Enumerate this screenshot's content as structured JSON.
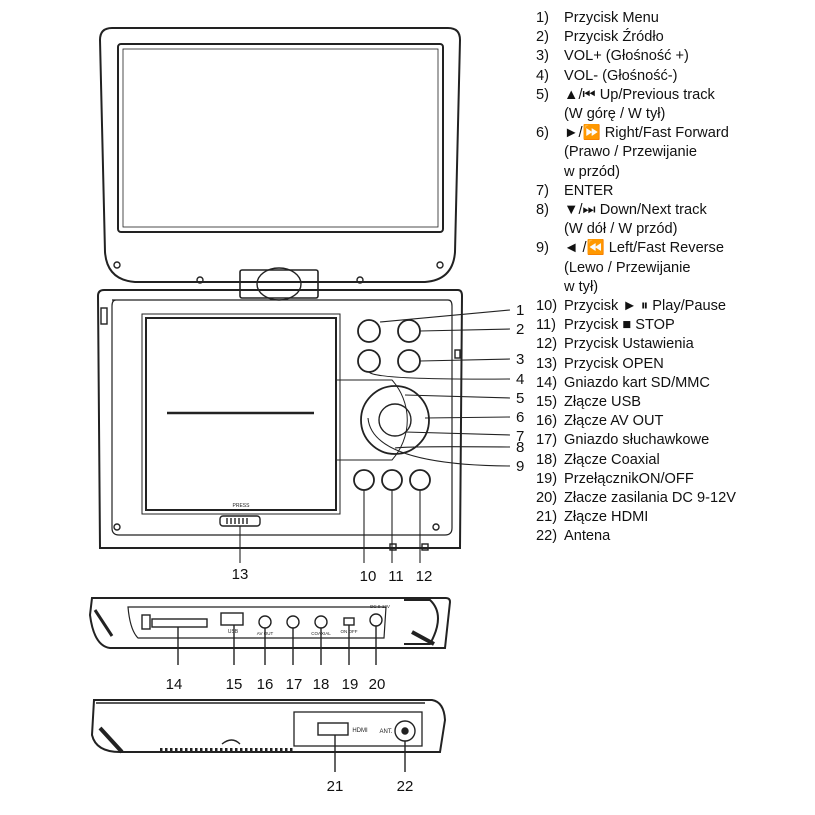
{
  "callouts": {
    "right": [
      "1",
      "2",
      "3",
      "4",
      "5",
      "6",
      "7",
      "8",
      "9"
    ],
    "bottom_device": [
      "13",
      "10",
      "11",
      "12"
    ],
    "side_panel": [
      "14",
      "15",
      "16",
      "17",
      "18",
      "19",
      "20"
    ],
    "back_panel": [
      "21",
      "22"
    ]
  },
  "device_labels": {
    "press": "PRESS",
    "usb": "USB",
    "av_out": "AV OUT",
    "coaxial": "COAXIAL",
    "on_off": "ON OFF",
    "dc_in": "DC 9-12V",
    "hdmi": "HDMI",
    "ant": "ANT."
  },
  "legend": [
    {
      "num": "1)",
      "lines": [
        "Przycisk Menu"
      ]
    },
    {
      "num": "2)",
      "lines": [
        "Przycisk Źródło"
      ]
    },
    {
      "num": "3)",
      "lines": [
        "VOL+ (Głośność +)"
      ]
    },
    {
      "num": "4)",
      "lines": [
        "VOL- (Głośność-)"
      ]
    },
    {
      "num": "5)",
      "lines": [
        "▲/⏮ Up/Previous track",
        "(W górę / W tył)"
      ]
    },
    {
      "num": "6)",
      "lines": [
        "►/⏩ Right/Fast Forward",
        "(Prawo / Przewijanie",
        "w przód)"
      ]
    },
    {
      "num": "7)",
      "lines": [
        "ENTER"
      ]
    },
    {
      "num": "8)",
      "lines": [
        "▼/⏭ Down/Next track",
        "(W dół /  W przód)"
      ]
    },
    {
      "num": "9)",
      "lines": [
        "◄ /⏪ Left/Fast Reverse",
        "(Lewo / Przewijanie",
        "w tył)"
      ]
    },
    {
      "num": "10)",
      "lines": [
        "Przycisk ► ⏸ Play/Pause"
      ]
    },
    {
      "num": "11)",
      "lines": [
        "Przycisk ■ STOP"
      ]
    },
    {
      "num": "12)",
      "lines": [
        "Przycisk Ustawienia"
      ]
    },
    {
      "num": "13)",
      "lines": [
        "Przycisk OPEN"
      ]
    },
    {
      "num": "14)",
      "lines": [
        "Gniazdo kart SD/MMC"
      ]
    },
    {
      "num": "15)",
      "lines": [
        "Złącze USB"
      ]
    },
    {
      "num": "16)",
      "lines": [
        "Złącze AV OUT"
      ]
    },
    {
      "num": "17)",
      "lines": [
        "Gniazdo słuchawkowe"
      ]
    },
    {
      "num": "18)",
      "lines": [
        "Złącze Coaxial"
      ]
    },
    {
      "num": "19)",
      "lines": [
        "PrzełącznikON/OFF"
      ]
    },
    {
      "num": "20)",
      "lines": [
        "Złacze zasilania DC 9-12V"
      ]
    },
    {
      "num": "21)",
      "lines": [
        "Złącze HDMI"
      ]
    },
    {
      "num": "22)",
      "lines": [
        "Antena"
      ]
    }
  ]
}
